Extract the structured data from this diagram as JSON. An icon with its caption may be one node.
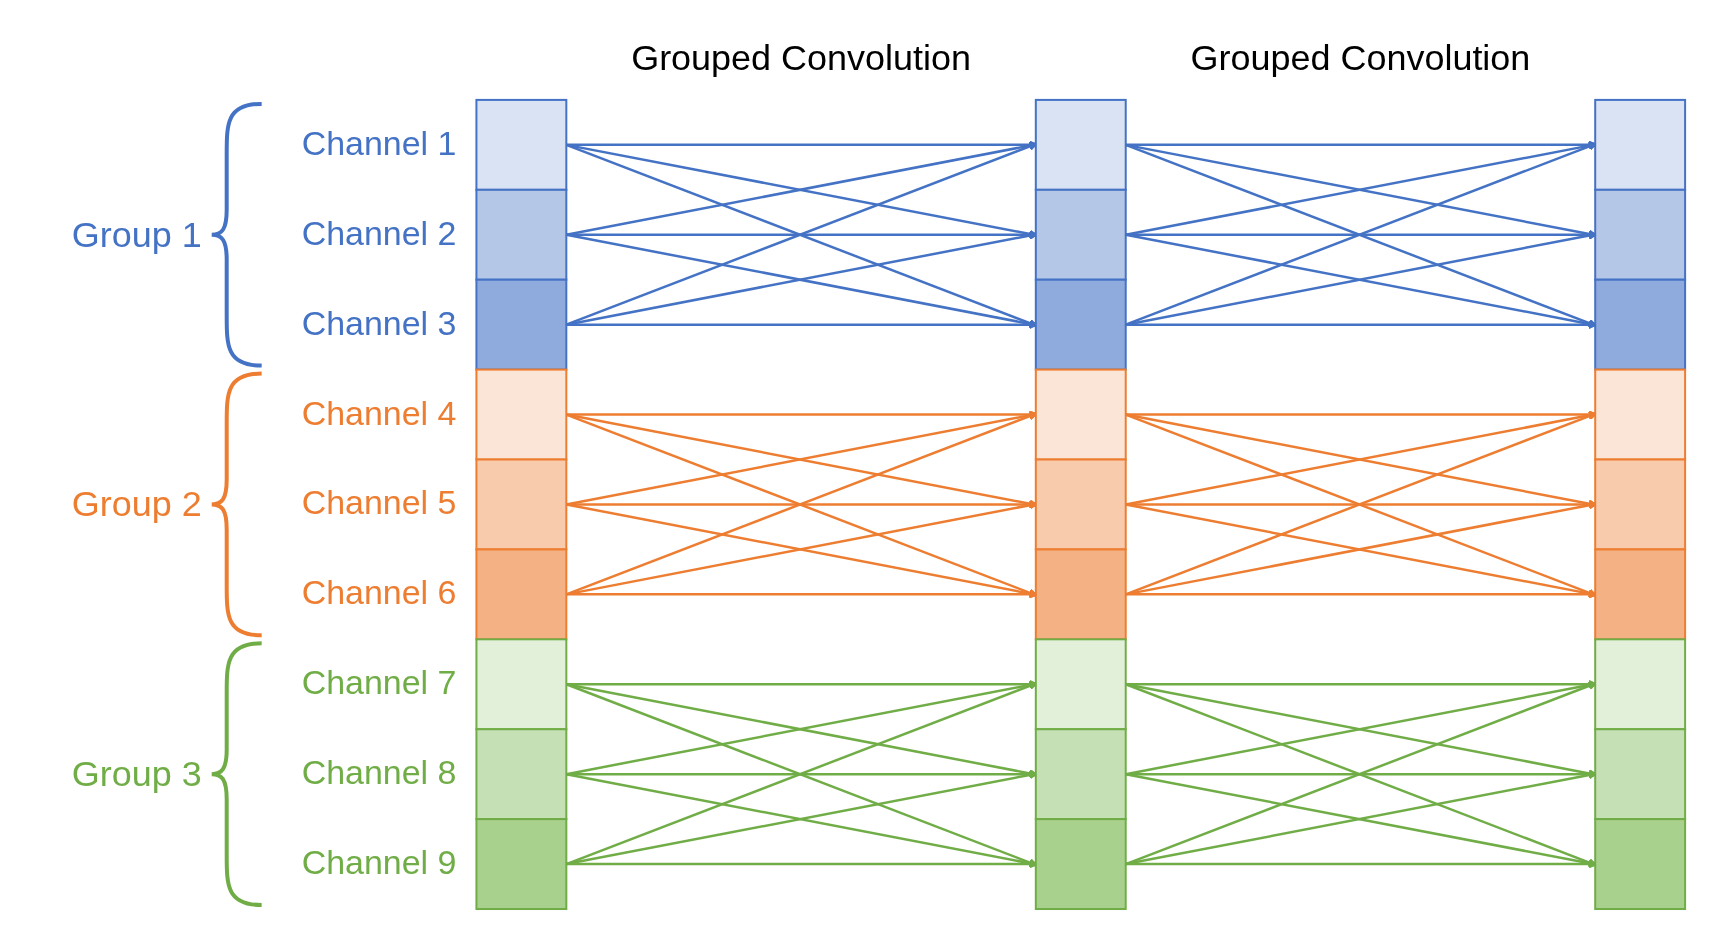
{
  "diagram": {
    "nodes": [
      {
        "text": [],
        "shape": "box",
        "beside": [
          "Channel 1"
        ]
      },
      {
        "text": [],
        "shape": "box",
        "beside": [
          "Channel 2"
        ]
      },
      {
        "text": [],
        "shape": "box",
        "beside": [
          "Channel 3"
        ]
      },
      {
        "text": [],
        "shape": "box",
        "beside": [
          "Channel 4"
        ]
      },
      {
        "text": [],
        "shape": "box",
        "beside": [
          "Channel 5"
        ]
      },
      {
        "text": [],
        "shape": "box",
        "beside": [
          "Channel 6"
        ]
      },
      {
        "text": [],
        "shape": "box",
        "beside": [
          "Channel 7"
        ]
      },
      {
        "text": [],
        "shape": "box",
        "beside": [
          "Channel 8"
        ]
      },
      {
        "text": [],
        "shape": "box",
        "beside": [
          "Channel 9"
        ]
      },
      {
        "text": [],
        "shape": "box"
      },
      {
        "text": [],
        "shape": "box"
      },
      {
        "text": [],
        "shape": "box"
      },
      {
        "text": [],
        "shape": "box"
      },
      {
        "text": [],
        "shape": "box"
      },
      {
        "text": [],
        "shape": "box"
      },
      {
        "text": [],
        "shape": "box"
      },
      {
        "text": [],
        "shape": "box"
      },
      {
        "text": [],
        "shape": "box"
      },
      {
        "text": [],
        "shape": "box"
      },
      {
        "text": [],
        "shape": "box"
      },
      {
        "text": [],
        "shape": "box"
      },
      {
        "text": [],
        "shape": "box"
      },
      {
        "text": [],
        "shape": "box"
      },
      {
        "text": [],
        "shape": "box"
      },
      {
        "text": [],
        "shape": "box"
      },
      {
        "text": [],
        "shape": "box"
      },
      {
        "text": [],
        "shape": "box"
      }
    ],
    "edges": [
      {
        "from": 0,
        "to": 9,
        "arrow": "to",
        "color": "#4472c4"
      },
      {
        "from": 0,
        "to": 10,
        "arrow": "to",
        "color": "#4472c4"
      },
      {
        "from": 0,
        "to": 11,
        "arrow": "to",
        "color": "#4472c4"
      },
      {
        "from": 1,
        "to": 9,
        "arrow": "to",
        "color": "#4472c4"
      },
      {
        "from": 1,
        "to": 10,
        "arrow": "to",
        "color": "#4472c4"
      },
      {
        "from": 1,
        "to": 11,
        "arrow": "to",
        "color": "#4472c4"
      },
      {
        "from": 2,
        "to": 9,
        "arrow": "to",
        "color": "#4472c4"
      },
      {
        "from": 2,
        "to": 10,
        "arrow": "to",
        "color": "#4472c4"
      },
      {
        "from": 2,
        "to": 11,
        "arrow": "to",
        "color": "#4472c4"
      },
      {
        "from": 3,
        "to": 12,
        "arrow": "to",
        "color": "#ed7d31"
      },
      {
        "from": 3,
        "to": 13,
        "arrow": "to",
        "color": "#ed7d31"
      },
      {
        "from": 3,
        "to": 14,
        "arrow": "to",
        "color": "#ed7d31"
      },
      {
        "from": 4,
        "to": 12,
        "arrow": "to",
        "color": "#ed7d31"
      },
      {
        "from": 4,
        "to": 13,
        "arrow": "to",
        "color": "#ed7d31"
      },
      {
        "from": 4,
        "to": 14,
        "arrow": "to",
        "color": "#ed7d31"
      },
      {
        "from": 5,
        "to": 12,
        "arrow": "to",
        "color": "#ed7d31"
      },
      {
        "from": 5,
        "to": 13,
        "arrow": "to",
        "color": "#ed7d31"
      },
      {
        "from": 5,
        "to": 14,
        "arrow": "to",
        "color": "#ed7d31"
      },
      {
        "from": 6,
        "to": 15,
        "arrow": "to",
        "color": "#70ad47"
      },
      {
        "from": 6,
        "to": 16,
        "arrow": "to",
        "color": "#70ad47"
      },
      {
        "from": 6,
        "to": 17,
        "arrow": "to",
        "color": "#70ad47"
      },
      {
        "from": 7,
        "to": 15,
        "arrow": "to",
        "color": "#70ad47"
      },
      {
        "from": 7,
        "to": 16,
        "arrow": "to",
        "color": "#70ad47"
      },
      {
        "from": 7,
        "to": 17,
        "arrow": "to",
        "color": "#70ad47"
      },
      {
        "from": 8,
        "to": 15,
        "arrow": "to",
        "color": "#70ad47"
      },
      {
        "from": 8,
        "to": 16,
        "arrow": "to",
        "color": "#70ad47"
      },
      {
        "from": 8,
        "to": 17,
        "arrow": "to",
        "color": "#70ad47"
      },
      {
        "from": 9,
        "to": 18,
        "arrow": "to",
        "color": "#4472c4"
      },
      {
        "from": 9,
        "to": 19,
        "arrow": "to",
        "color": "#4472c4"
      },
      {
        "from": 9,
        "to": 20,
        "arrow": "to",
        "color": "#4472c4"
      },
      {
        "from": 10,
        "to": 18,
        "arrow": "to",
        "color": "#4472c4"
      },
      {
        "from": 10,
        "to": 19,
        "arrow": "to",
        "color": "#4472c4"
      },
      {
        "from": 10,
        "to": 20,
        "arrow": "to",
        "color": "#4472c4"
      },
      {
        "from": 11,
        "to": 18,
        "arrow": "to",
        "color": "#4472c4"
      },
      {
        "from": 11,
        "to": 19,
        "arrow": "to",
        "color": "#4472c4"
      },
      {
        "from": 11,
        "to": 20,
        "arrow": "to",
        "color": "#4472c4"
      },
      {
        "from": 12,
        "to": 21,
        "arrow": "to",
        "color": "#ed7d31"
      },
      {
        "from": 12,
        "to": 22,
        "arrow": "to",
        "color": "#ed7d31"
      },
      {
        "from": 12,
        "to": 23,
        "arrow": "to",
        "color": "#ed7d31"
      },
      {
        "from": 13,
        "to": 21,
        "arrow": "to",
        "color": "#ed7d31"
      },
      {
        "from": 13,
        "to": 22,
        "arrow": "to",
        "color": "#ed7d31"
      },
      {
        "from": 13,
        "to": 23,
        "arrow": "to",
        "color": "#ed7d31"
      },
      {
        "from": 14,
        "to": 21,
        "arrow": "to",
        "color": "#ed7d31"
      },
      {
        "from": 14,
        "to": 22,
        "arrow": "to",
        "color": "#ed7d31"
      },
      {
        "from": 14,
        "to": 23,
        "arrow": "to",
        "color": "#ed7d31"
      },
      {
        "from": 15,
        "to": 24,
        "arrow": "to",
        "color": "#70ad47"
      },
      {
        "from": 15,
        "to": 25,
        "arrow": "to",
        "color": "#70ad47"
      },
      {
        "from": 15,
        "to": 26,
        "arrow": "to",
        "color": "#70ad47"
      },
      {
        "from": 16,
        "to": 24,
        "arrow": "to",
        "color": "#70ad47"
      },
      {
        "from": 16,
        "to": 25,
        "arrow": "to",
        "color": "#70ad47"
      },
      {
        "from": 16,
        "to": 26,
        "arrow": "to",
        "color": "#70ad47"
      },
      {
        "from": 17,
        "to": 24,
        "arrow": "to",
        "color": "#70ad47"
      },
      {
        "from": 17,
        "to": 25,
        "arrow": "to",
        "color": "#70ad47"
      },
      {
        "from": 17,
        "to": 26,
        "arrow": "to",
        "color": "#70ad47"
      }
    ],
    "labels": [
      "Grouped Convolution",
      "Grouped Convolution",
      "Group 1",
      "Group 2",
      "Group 3"
    ]
  }
}
